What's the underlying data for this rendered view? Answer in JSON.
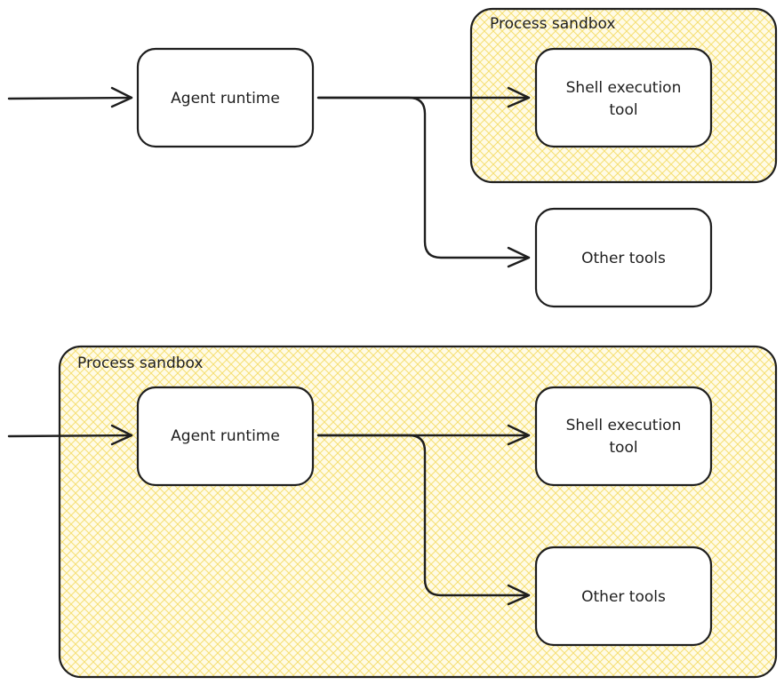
{
  "colors": {
    "stroke": "#1e1e1e",
    "sandbox_fill": "#fffbe6",
    "sandbox_hatch": "#f5df72",
    "node_fill": "#ffffff"
  },
  "top": {
    "sandbox_label": "Process sandbox",
    "agent": "Agent runtime",
    "shell": [
      "Shell execution",
      "tool"
    ],
    "other": "Other tools"
  },
  "bottom": {
    "sandbox_label": "Process sandbox",
    "agent": "Agent runtime",
    "shell": [
      "Shell execution",
      "tool"
    ],
    "other": "Other tools"
  }
}
